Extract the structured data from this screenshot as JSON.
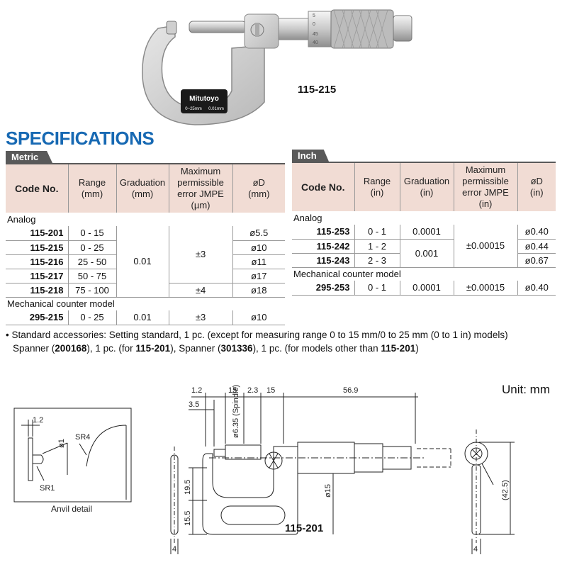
{
  "product": {
    "model_label": "115-215",
    "brand": "Mitutoyo",
    "frame_marking_range": "0~25mm",
    "frame_marking_resolution": "0.01mm",
    "thimble_marks": [
      "5",
      "0",
      "45",
      "40"
    ]
  },
  "specifications_title": "SPECIFICATIONS",
  "metric": {
    "tab": "Metric",
    "headers": {
      "code": "Code No.",
      "range": [
        "Range",
        "(mm)"
      ],
      "graduation": [
        "Graduation",
        "(mm)"
      ],
      "mpe": [
        "Maximum",
        "permissible",
        "error JMPE (µm)"
      ],
      "od": [
        "øD",
        "(mm)"
      ]
    },
    "groups": {
      "analog": "Analog",
      "mechanical": "Mechanical counter model"
    },
    "rows": [
      {
        "code": "115-201",
        "range": "0 - 15",
        "od": "ø5.5"
      },
      {
        "code": "115-215",
        "range": "0 - 25",
        "od": "ø10"
      },
      {
        "code": "115-216",
        "range": "25 - 50",
        "od": "ø11"
      },
      {
        "code": "115-217",
        "range": "50 - 75",
        "od": "ø17"
      },
      {
        "code": "115-218",
        "range": "75 - 100",
        "od": "ø18"
      }
    ],
    "analog_graduation": "0.01",
    "analog_mpe_a": "±3",
    "analog_mpe_b": "±4",
    "mechanical_row": {
      "code": "295-215",
      "range": "0 - 25",
      "graduation": "0.01",
      "mpe": "±3",
      "od": "ø10"
    }
  },
  "inch": {
    "tab": "Inch",
    "headers": {
      "code": "Code No.",
      "range": [
        "Range",
        "(in)"
      ],
      "graduation": [
        "Graduation",
        "(in)"
      ],
      "mpe": [
        "Maximum",
        "permissible",
        "error JMPE (in)"
      ],
      "od": [
        "øD",
        "(in)"
      ]
    },
    "groups": {
      "analog": "Analog",
      "mechanical": "Mechanical counter model"
    },
    "rows": [
      {
        "code": "115-253",
        "range": "0 - 1",
        "od": "ø0.40"
      },
      {
        "code": "115-242",
        "range": "1 - 2",
        "od": "ø0.44"
      },
      {
        "code": "115-243",
        "range": "2 - 3",
        "od": "ø0.67"
      }
    ],
    "grad_first": "0.0001",
    "grad_rest": "0.001",
    "analog_mpe": "±0.00015",
    "mechanical_row": {
      "code": "295-253",
      "range": "0 - 1",
      "graduation": "0.0001",
      "mpe": "±0.00015",
      "od": "ø0.40"
    }
  },
  "notes": {
    "line1": "• Standard accessories: Setting standard, 1 pc. (except for measuring range 0 to 15 mm/0 to 25 mm (0 to 1 in) models)",
    "line2_a": "Spanner (",
    "line2_b": "200168",
    "line2_c": "), 1 pc. (for ",
    "line2_d": "115-201",
    "line2_e": "), Spanner (",
    "line2_f": "301336",
    "line2_g": "), 1 pc. (for models other than ",
    "line2_h": "115-201",
    "line2_i": ")"
  },
  "unit_label": "Unit: mm",
  "drawing": {
    "model_label": "115-201",
    "anvil_detail": {
      "caption": "Anvil detail",
      "dim_1_2": "1.2",
      "dim_o1": "ø1",
      "dim_sr4": "SR4",
      "dim_sr1": "SR1"
    },
    "dims_top": [
      "1.2",
      "15",
      "2.3",
      "15",
      "56.9"
    ],
    "dim_3_5": "3.5",
    "dim_spindle": "ø6.35 (Spindle)",
    "dim_19_5": "19.5",
    "dim_15_5": "15.5",
    "dim_o15": "ø15",
    "dim_side_4": "4",
    "dim_side_42_5": "(42.5)",
    "dim_left_4": "4"
  }
}
